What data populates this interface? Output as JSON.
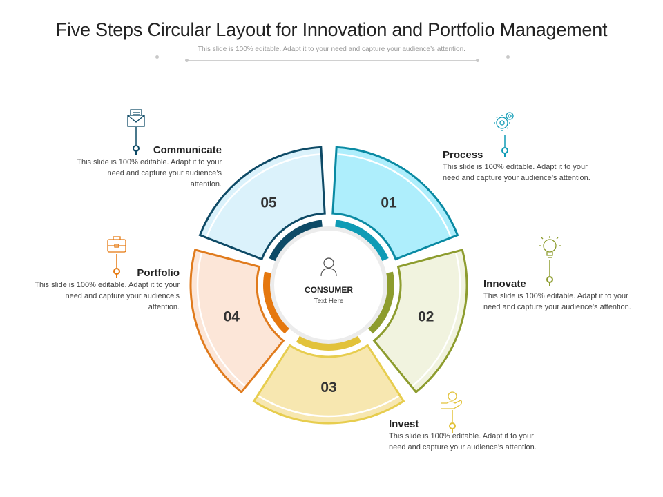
{
  "header": {
    "title": "Five Steps Circular Layout for Innovation and Portfolio Management",
    "subtitle": "This slide is 100% editable. Adapt it to your need and capture your audience’s attention."
  },
  "center": {
    "title": "CONSUMER",
    "subtitle": "Text Here",
    "icon": "user-icon"
  },
  "segments": [
    {
      "number": "01",
      "color": "#0f9bb5",
      "light": "#aeeefc",
      "dark": "#0a8aa3"
    },
    {
      "number": "02",
      "color": "#8d9c2e",
      "light": "#f1f3df",
      "dark": "#8d9c2e"
    },
    {
      "number": "03",
      "color": "#e2c23a",
      "light": "#f7e7b0",
      "dark": "#e7cd4e"
    },
    {
      "number": "04",
      "color": "#e5780f",
      "light": "#fce6d8",
      "dark": "#e07b1d"
    },
    {
      "number": "05",
      "color": "#0e4a66",
      "light": "#dbf2fb",
      "dark": "#0e4a66"
    }
  ],
  "steps": [
    {
      "heading": "Process",
      "body": "This slide is 100% editable. Adapt it to your need and capture your audience’s attention.",
      "icon": "gears-icon",
      "color": "#0f9bb5"
    },
    {
      "heading": "Innovate",
      "body": "This slide is 100% editable. Adapt it to your need and capture your audience’s attention.",
      "icon": "lightbulb-icon",
      "color": "#8d9c2e"
    },
    {
      "heading": "Invest",
      "body": "This slide is 100% editable. Adapt it to your need and capture your audience’s attention.",
      "icon": "money-hand-icon",
      "color": "#e2c23a"
    },
    {
      "heading": "Portfolio",
      "body": "This slide is 100% editable. Adapt it to your need and capture your audience’s attention.",
      "icon": "briefcase-icon",
      "color": "#e5780f"
    },
    {
      "heading": "Communicate",
      "body": "This slide is 100% editable. Adapt it to your need and capture your audience’s attention.",
      "icon": "envelope-icon",
      "color": "#0e4a66"
    }
  ]
}
